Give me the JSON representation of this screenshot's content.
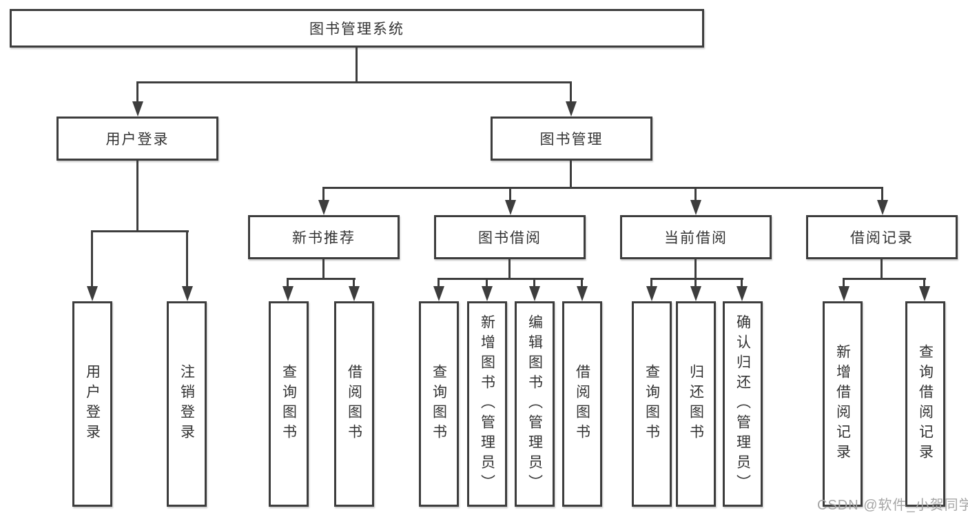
{
  "diagram": {
    "root": {
      "label": "图书管理系统"
    },
    "level2": {
      "user_login": {
        "label": "用户登录"
      },
      "book_management": {
        "label": "图书管理"
      }
    },
    "level3": {
      "new_book_recommendation": {
        "label": "新书推荐"
      },
      "book_borrowing": {
        "label": "图书借阅"
      },
      "current_borrowing": {
        "label": "当前借阅"
      },
      "borrowing_records": {
        "label": "借阅记录"
      }
    },
    "level4": {
      "user_login": {
        "label": "用户登录"
      },
      "logout": {
        "label": "注销登录"
      },
      "recommend_query_books": {
        "label": "查询图书"
      },
      "recommend_borrow_books": {
        "label": "借阅图书"
      },
      "borrowing_query_books": {
        "label": "查询图书"
      },
      "borrowing_add_books_admin": {
        "label": "新增图书（管理员）"
      },
      "borrowing_edit_books_admin": {
        "label": "编辑图书（管理员）"
      },
      "borrowing_borrow_books": {
        "label": "借阅图书"
      },
      "current_query_books": {
        "label": "查询图书"
      },
      "current_return_books": {
        "label": "归还图书"
      },
      "current_confirm_return_admin": {
        "label": "确认归还（管理员）"
      },
      "records_add_record": {
        "label": "新增借阅记录"
      },
      "records_query_record": {
        "label": "查询借阅记录"
      }
    }
  },
  "watermark": {
    "text": "CSDN @软件_小贺同学"
  },
  "colors": {
    "line": "#3d3d3d",
    "text": "#333333",
    "watermark": "#a6a6a6",
    "background": "#ffffff"
  }
}
